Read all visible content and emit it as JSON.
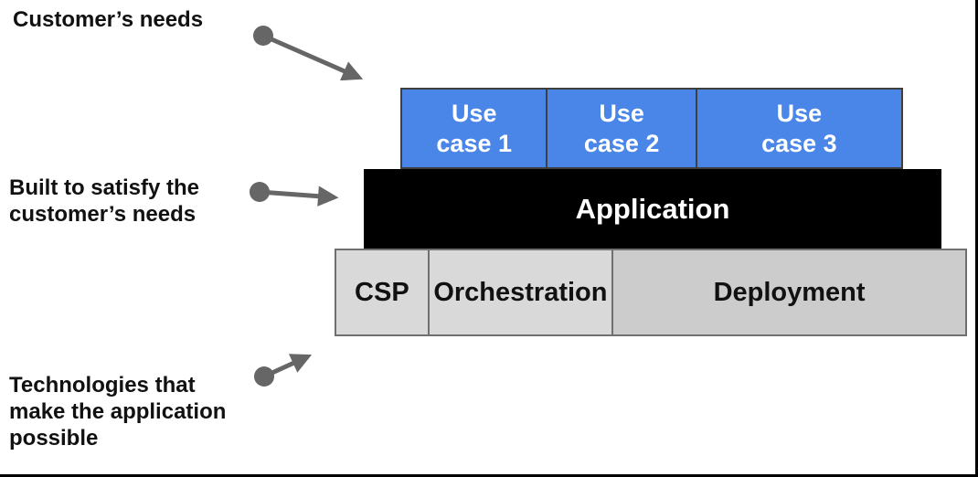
{
  "annotations": {
    "customer_needs": {
      "lines": [
        "Customer’s needs"
      ]
    },
    "built_to_satisfy": {
      "lines": [
        "Built to satisfy the",
        "customer’s needs"
      ]
    },
    "technologies": {
      "lines": [
        "Technologies that",
        "make the application",
        "possible"
      ]
    }
  },
  "stack": {
    "use_case_row": {
      "cells": [
        {
          "line1": "Use",
          "line2": "case 1"
        },
        {
          "line1": "Use",
          "line2": "case 2"
        },
        {
          "line1": "Use",
          "line2": "case 3"
        }
      ]
    },
    "application": {
      "label": "Application"
    },
    "technology_row": {
      "cells": [
        {
          "label": "CSP"
        },
        {
          "label": "Orchestration"
        },
        {
          "label": "Deployment"
        }
      ]
    }
  },
  "colors": {
    "use_case_fill": "#4a86e8",
    "use_case_border": "#3f3f3f",
    "application_fill": "#000000",
    "tech_fill_light": "#d9d9d9",
    "tech_fill_dark": "#cccccc",
    "tech_border": "#707070",
    "arrow": "#666666",
    "text_on_dark": "#ffffff",
    "label_text": "#111111",
    "page_border": "#000000"
  }
}
